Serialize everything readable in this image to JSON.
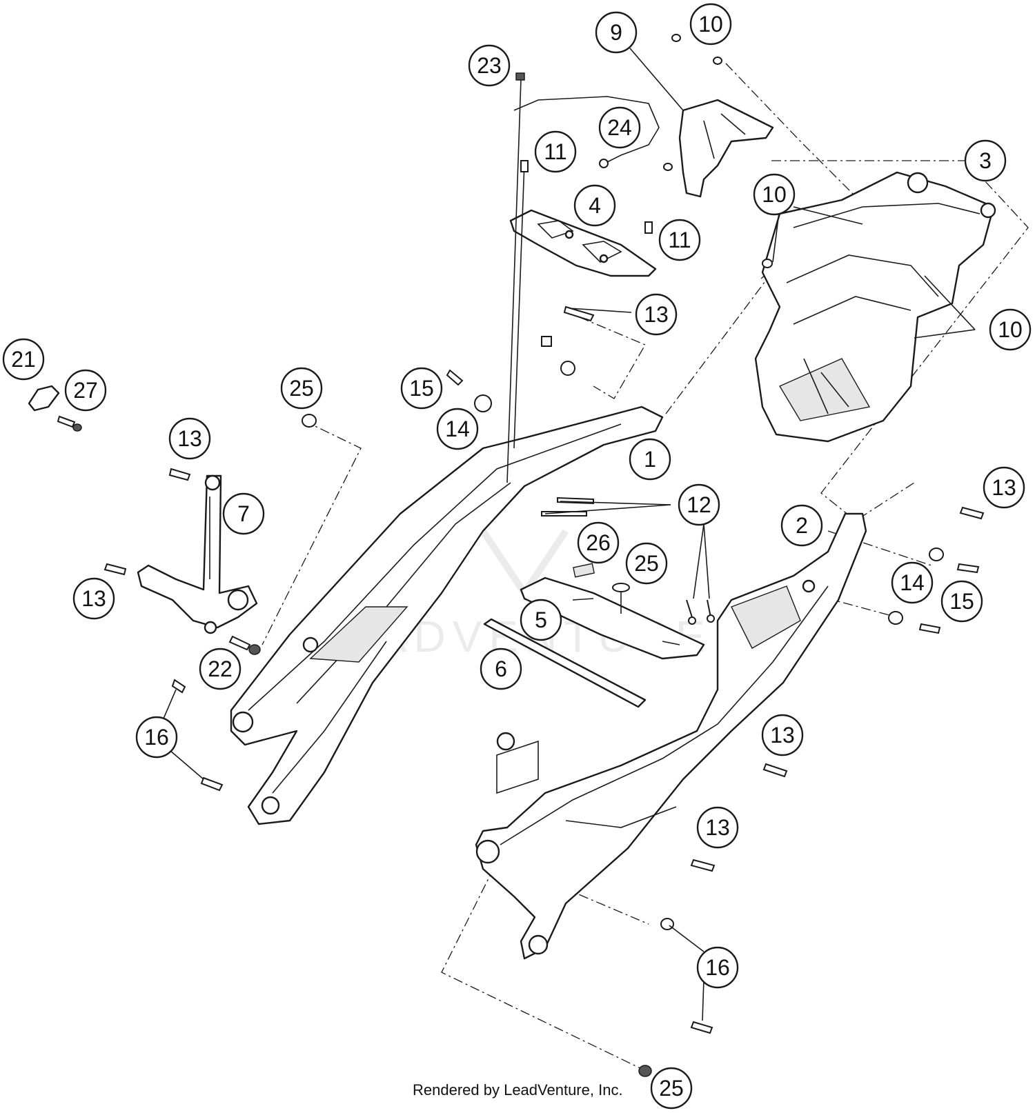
{
  "callouts": [
    {
      "label": "1"
    },
    {
      "label": "2"
    },
    {
      "label": "3"
    },
    {
      "label": "4"
    },
    {
      "label": "5"
    },
    {
      "label": "6"
    },
    {
      "label": "7"
    },
    {
      "label": "9"
    },
    {
      "label": "10"
    },
    {
      "label": "10"
    },
    {
      "label": "10"
    },
    {
      "label": "11"
    },
    {
      "label": "11"
    },
    {
      "label": "12"
    },
    {
      "label": "13"
    },
    {
      "label": "13"
    },
    {
      "label": "13"
    },
    {
      "label": "13"
    },
    {
      "label": "13"
    },
    {
      "label": "13"
    },
    {
      "label": "14"
    },
    {
      "label": "14"
    },
    {
      "label": "15"
    },
    {
      "label": "15"
    },
    {
      "label": "16"
    },
    {
      "label": "16"
    },
    {
      "label": "21"
    },
    {
      "label": "22"
    },
    {
      "label": "23"
    },
    {
      "label": "24"
    },
    {
      "label": "25"
    },
    {
      "label": "25"
    },
    {
      "label": "25"
    },
    {
      "label": "26"
    },
    {
      "label": "27"
    }
  ],
  "footer": {
    "credit": "Rendered by LeadVenture, Inc."
  }
}
